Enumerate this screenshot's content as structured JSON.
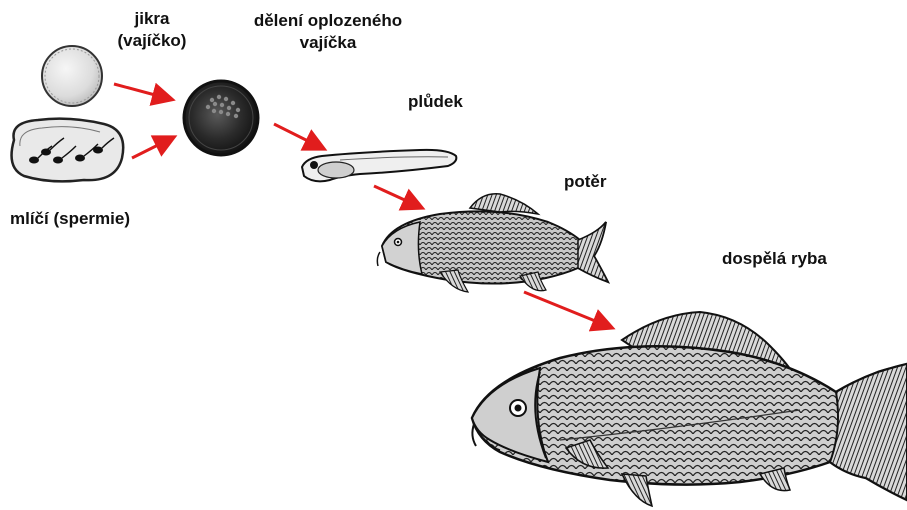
{
  "labels": {
    "egg_line1": "jikra",
    "egg_line2": "(vajíčko)",
    "division_line1": "dělení oplozeného",
    "division_line2": "vajíčka",
    "larva": "plůdek",
    "fry": "potěr",
    "adult": "dospělá ryba",
    "milt": "mlíčí (spermie)"
  },
  "colors": {
    "arrow": "#e11d1d",
    "ink": "#111111",
    "egg_fill": "#e4e4e4"
  },
  "icons": {
    "egg": "egg-icon",
    "sperm": "sperm-cells-icon",
    "dividing_egg": "dividing-egg-icon",
    "larva": "larva-icon",
    "fry_fish": "fry-fish-icon",
    "adult_fish": "adult-carp-icon"
  }
}
